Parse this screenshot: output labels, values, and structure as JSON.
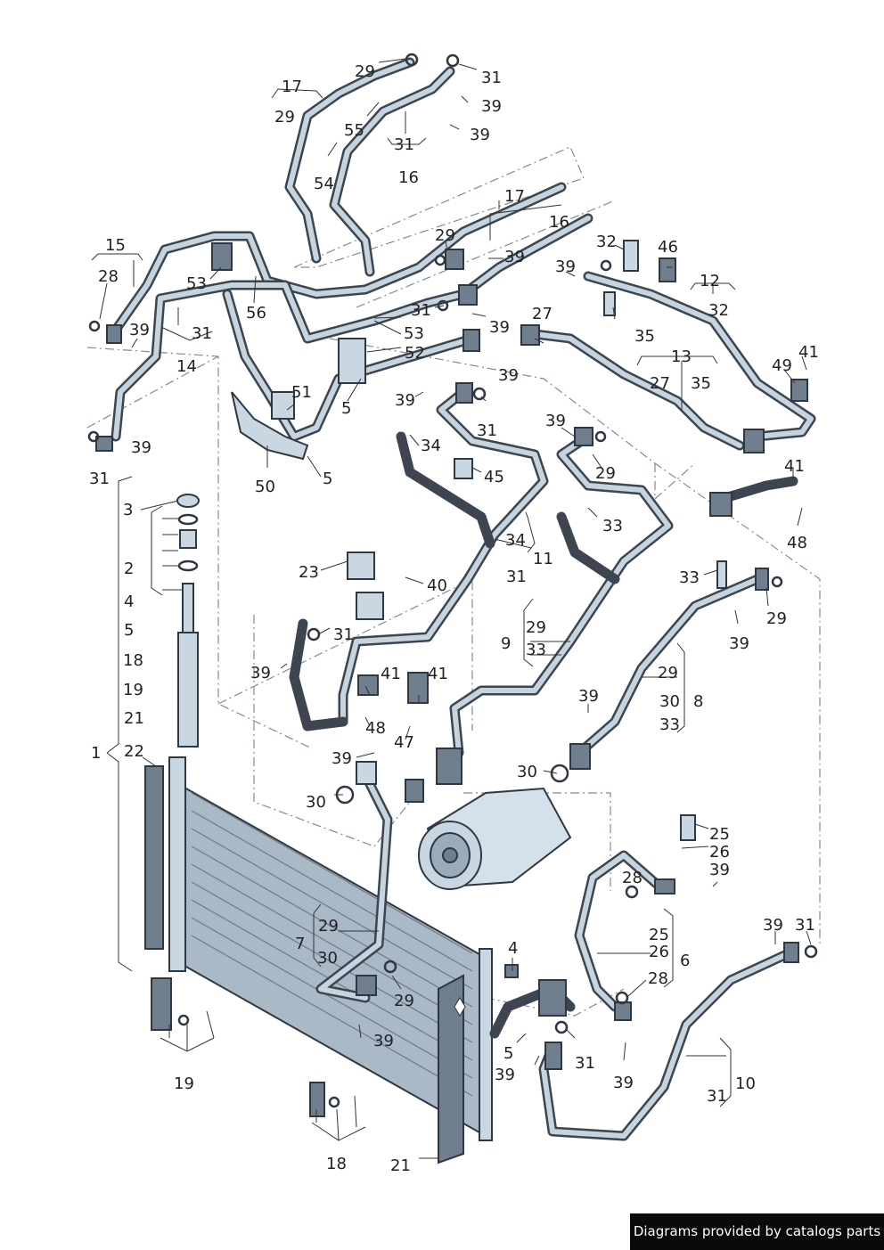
{
  "labels": {
    "l1": "1",
    "l2": "2",
    "l3": "3",
    "l4": "4",
    "l5": "5",
    "l6": "6",
    "l7": "7",
    "l8": "8",
    "l9": "9",
    "l10": "10",
    "l11": "11",
    "l12": "12",
    "l13": "13",
    "l14": "14",
    "l15": "15",
    "l16": "16",
    "l17": "17",
    "l18": "18",
    "l19": "19",
    "l21": "21",
    "l22": "22",
    "l23": "23",
    "l25": "25",
    "l26": "26",
    "l27": "27",
    "l28": "28",
    "l29": "29",
    "l30": "30",
    "l31": "31",
    "l32": "32",
    "l33": "33",
    "l34": "34",
    "l35": "35",
    "l39": "39",
    "l40": "40",
    "l41": "41",
    "l45": "45",
    "l46": "46",
    "l47": "47",
    "l48": "48",
    "l49": "49",
    "l50": "50",
    "l51": "51",
    "l52": "52",
    "l53": "53",
    "l54": "54",
    "l55": "55",
    "l56": "56"
  },
  "footer": {
    "credit": "Diagrams provided by catalogs parts"
  }
}
